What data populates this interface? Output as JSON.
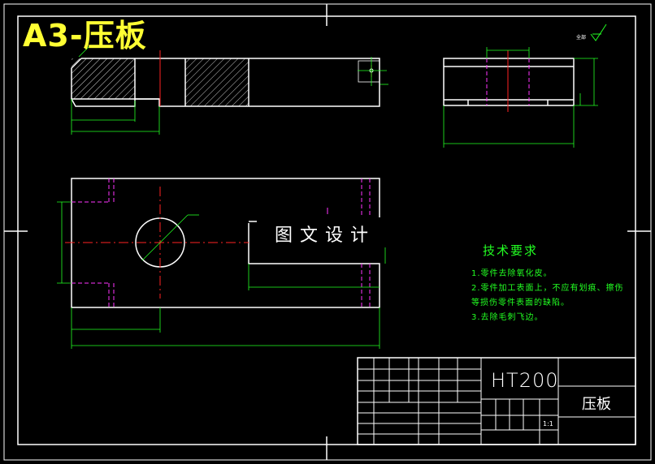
{
  "drawing": {
    "sheet_label": "A3-压板",
    "watermark": "图文设计",
    "roughness_label": "全部"
  },
  "technical_requirements": {
    "title": "技术要求",
    "items": [
      "1.零件去除氧化皮。",
      "2.零件加工表面上，不应有划痕、擦伤",
      "等损伤零件表面的缺陷。",
      "3.去除毛刺飞边。"
    ]
  },
  "title_block": {
    "material": "HT200",
    "part_name": "压板",
    "scale": "1:1"
  },
  "colors": {
    "background": "#000000",
    "outline": "#ffffff",
    "dimension": "#22ff22",
    "centerline": "#ff2222",
    "hidden": "#ff33ff",
    "title": "#ffff33"
  }
}
